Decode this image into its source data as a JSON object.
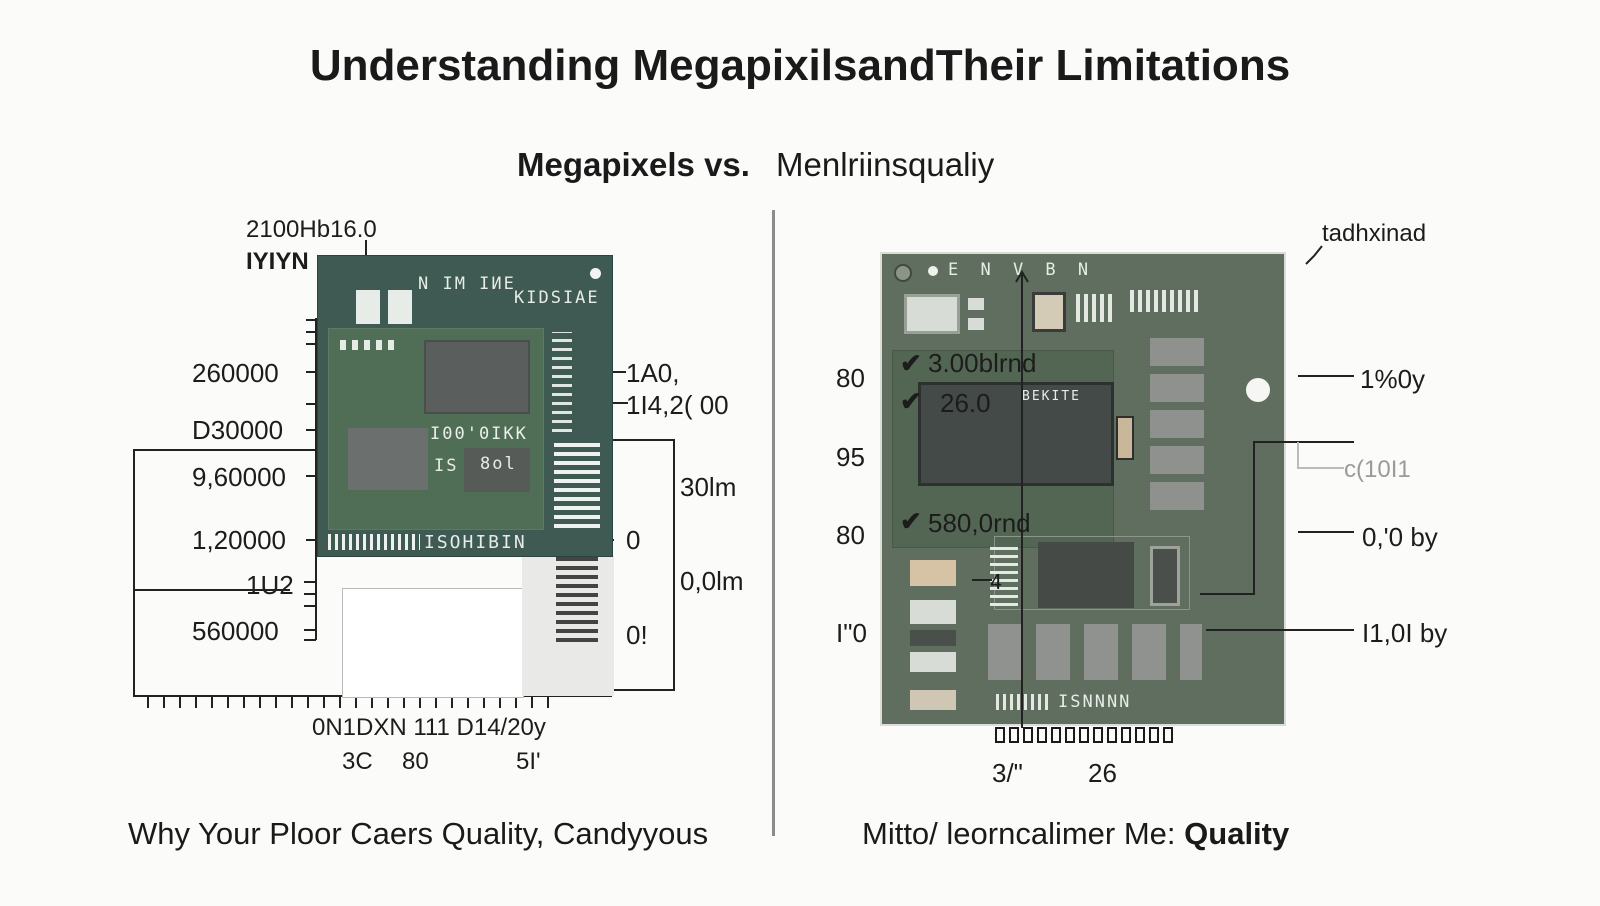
{
  "title": "Understanding MegapixilsandTheir Limitations",
  "subtitle": {
    "left": "Megapixels vs.",
    "right": "Menlriinsqualiy"
  },
  "left": {
    "top_label_1": "2100Hb16.0",
    "top_label_2": "IYIYN",
    "axis_labels": [
      "260000",
      "D30000",
      "9,60000",
      "1,20000",
      "1U2",
      "560000"
    ],
    "chip_labels": {
      "top": "N IM IИE",
      "right": "KIDSIAE",
      "mid": "I00'0IKK",
      "small_1": "IS",
      "small_2": "8ol",
      "bottom": "ISOHIBIN"
    },
    "right_labels": [
      "1A0,",
      "1I4,2( 00",
      "30lm",
      "0",
      "0,0lm",
      "0!"
    ],
    "bottom_labels_1": "0N1DXN 111 D14/20y",
    "bottom_labels_2": [
      "3C",
      "80",
      "5I'"
    ],
    "caption": "Why Your Ploor Caers Quality, Candyyous"
  },
  "right": {
    "top_note": "tadhxinad",
    "chip_header": "E N V   B N",
    "chip_bottom": "ISNNNN",
    "axis_labels": [
      "80",
      "95",
      "80",
      "I\"0"
    ],
    "checks": [
      "3.00blrnd",
      "26.0",
      "580,0rnd"
    ],
    "chip_marks": [
      "BEKITE",
      "4"
    ],
    "right_labels": [
      "1%0y",
      "c(10I1",
      "0,'0 by",
      "I1,0I by"
    ],
    "bottom_labels": [
      "3/\"",
      "26"
    ],
    "caption_normal": "Mitto/ leorncalimer Me:",
    "caption_bold": "Quality"
  },
  "colors": {
    "board_left": "#3f5a52",
    "board_right": "#5f6e5e",
    "text": "#1a1a1a"
  }
}
